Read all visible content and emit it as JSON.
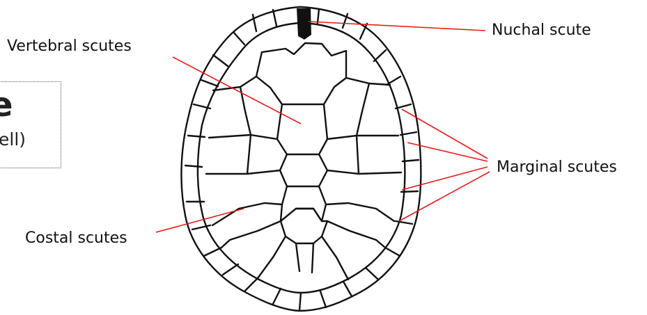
{
  "labels": {
    "nuchal": "Nuchal scute",
    "vertebral": "Vertebral scutes",
    "marginal": "Marginal scutes",
    "costal": "Costal scutes"
  },
  "partial_box": {
    "big_text": "e",
    "small_text": "ell)"
  },
  "colors": {
    "leader_line": "#e8181a",
    "outline": "#111111",
    "nuchal_fill": "#111111"
  }
}
